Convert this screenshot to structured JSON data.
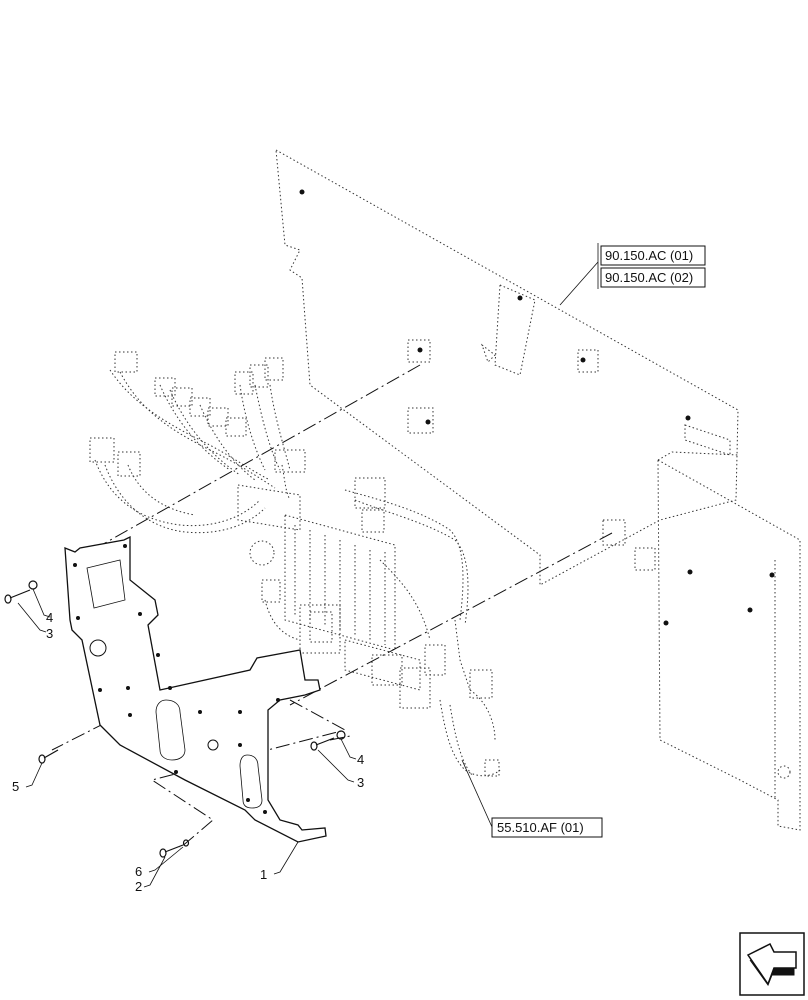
{
  "callouts": {
    "c1": "1",
    "c2": "2",
    "c3a": "3",
    "c3b": "3",
    "c4a": "4",
    "c4b": "4",
    "c5": "5",
    "c6": "6"
  },
  "references": {
    "ref_90_150_ac_01": "90.150.AC (01)",
    "ref_90_150_ac_02": "90.150.AC (02)",
    "ref_55_510_af_01": "55.510.AF (01)"
  },
  "icons": {
    "navigation": "previous-page-arrow-icon"
  }
}
